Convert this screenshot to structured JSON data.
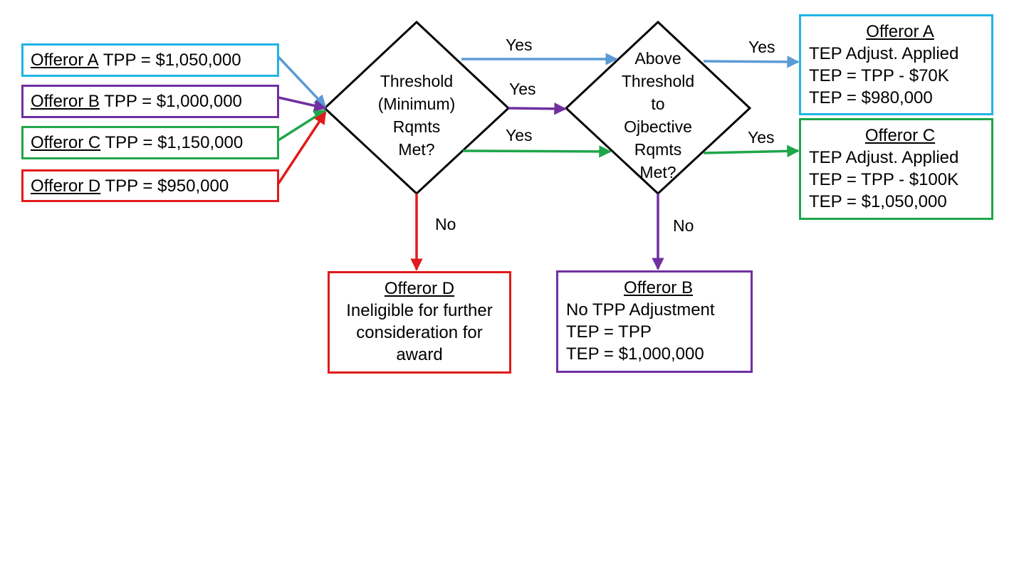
{
  "colors": {
    "offeror_a": "#1fb4e6",
    "offeror_b": "#7030a0",
    "offeror_c": "#1fa64a",
    "offeror_d": "#e01b1b",
    "arrow_a": "#5b9bd5",
    "outline": "#000000"
  },
  "inputs": [
    {
      "name": "Offeror A",
      "rest": " TPP = $1,050,000"
    },
    {
      "name": "Offeror B",
      "rest": " TPP = $1,000,000"
    },
    {
      "name": "Offeror C",
      "rest": " TPP = $1,150,000"
    },
    {
      "name": "Offeror D",
      "rest": " TPP = $950,000"
    }
  ],
  "decisions": {
    "threshold": [
      "Threshold",
      "(Minimum)",
      "Rqmts",
      "Met?"
    ],
    "objective": [
      "Above",
      "Threshold",
      "to",
      "Ojbective",
      "Rqmts",
      "Met?"
    ]
  },
  "edge_labels": {
    "yes": "Yes",
    "no": "No"
  },
  "outcomes": {
    "a": {
      "title": "Offeror A",
      "lines": [
        "TEP Adjust. Applied",
        "TEP = TPP - $70K",
        "TEP = $980,000"
      ]
    },
    "c": {
      "title": "Offeror C",
      "lines": [
        "TEP Adjust. Applied",
        "TEP = TPP - $100K",
        "TEP = $1,050,000"
      ]
    },
    "b": {
      "title": "Offeror B",
      "lines": [
        "No TPP Adjustment",
        "TEP = TPP",
        "TEP = $1,000,000"
      ]
    },
    "d": {
      "title": "Offeror D",
      "lines": [
        "Ineligible for further",
        "consideration for",
        "award"
      ]
    }
  }
}
